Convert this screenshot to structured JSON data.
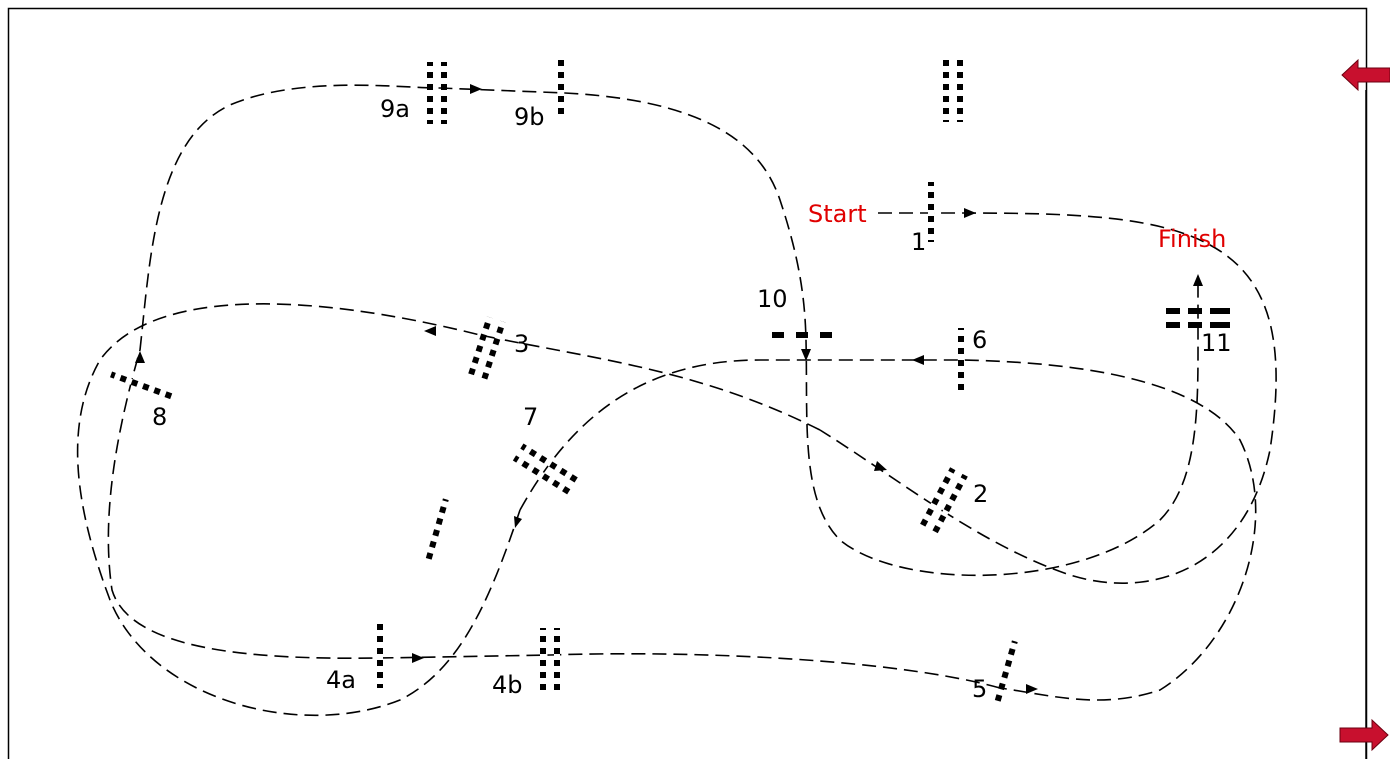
{
  "labels": {
    "start": "Start",
    "finish": "Finish",
    "j1": "1",
    "j2": "2",
    "j3": "3",
    "j4a": "4a",
    "j4b": "4b",
    "j5": "5",
    "j6": "6",
    "j7": "7",
    "j8": "8",
    "j9a": "9a",
    "j9b": "9b",
    "j10": "10",
    "j11": "11"
  },
  "colors": {
    "label_accent": "#e00000",
    "arrow_marker": "#c8102e"
  }
}
